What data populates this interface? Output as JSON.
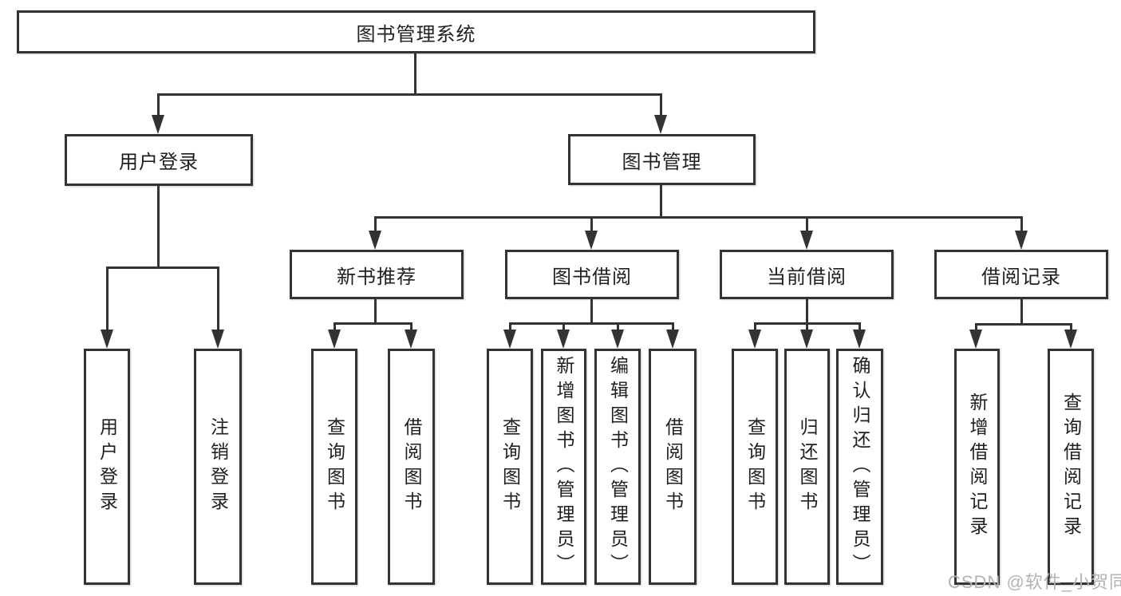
{
  "title": "图书管理系统",
  "level2": {
    "left": "用户登录",
    "right": "图书管理"
  },
  "level3": [
    "新书推荐",
    "图书借阅",
    "当前借阅",
    "借阅记录"
  ],
  "leaves": {
    "login": [
      "用户登录",
      "注销登录"
    ],
    "recommend": [
      "查询图书",
      "借阅图书"
    ],
    "borrow": [
      "查询图书",
      "新增图书（管理员）",
      "编辑图书（管理员）",
      "借阅图书"
    ],
    "current": [
      "查询图书",
      "归还图书",
      "确认归还（管理员）"
    ],
    "records": [
      "新增借阅记录",
      "查询借阅记录"
    ]
  },
  "watermark": "CSDN @软件_小贺同学",
  "colors": {
    "line": "#333333",
    "text": "#1f1f1f",
    "background": "#ffffff",
    "watermark": "#b3b3b3"
  }
}
